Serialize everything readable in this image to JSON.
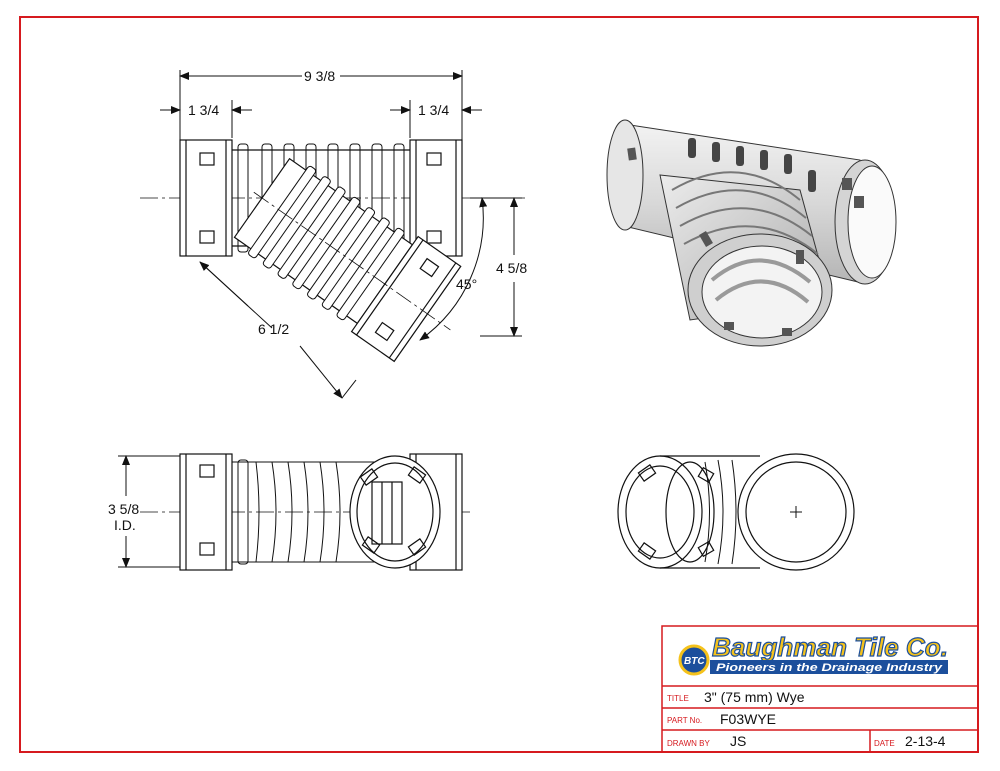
{
  "drawing": {
    "dimensions": {
      "overall_length": "9 3/8",
      "left_hub": "1 3/4",
      "right_hub": "1 3/4",
      "branch_length": "6 1/2",
      "branch_height": "4 5/8",
      "angle": "45°",
      "inner_diameter_value": "3 5/8",
      "inner_diameter_label": "I.D."
    }
  },
  "title_block": {
    "company": "Baughman Tile Co.",
    "tagline": "Pioneers in the Drainage Industry",
    "logo_badge": "BTC",
    "title_label": "TITLE",
    "title_value": "3\" (75 mm) Wye",
    "part_label": "PART No.",
    "part_value": "F03WYE",
    "drawn_label": "DRAWN BY",
    "drawn_value": "JS",
    "date_label": "DATE",
    "date_value": "2-13-4"
  },
  "colors": {
    "border": "#d61a1f",
    "logo_yellow": "#f5c21b",
    "logo_blue": "#1c4f9c",
    "line": "#111111"
  }
}
